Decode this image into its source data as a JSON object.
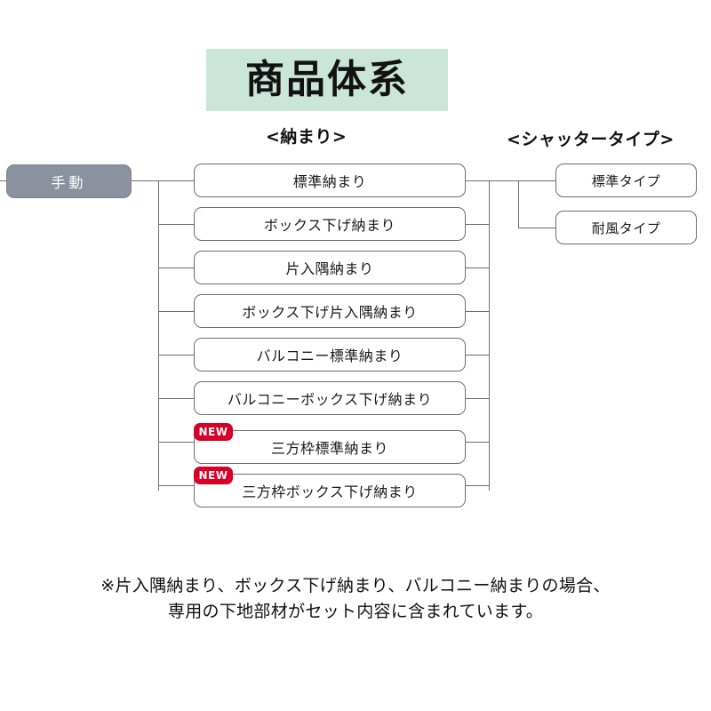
{
  "title": {
    "text": "商品体系",
    "background_color": "#cbe5d8"
  },
  "columns": {
    "osamari_header": "<納まり>",
    "shutter_header": "<シャッタータイプ>"
  },
  "root": {
    "label": "手動",
    "background_color": "#8b929d",
    "text_color": "#ffffff"
  },
  "badge": {
    "label": "NEW",
    "color": "#d80027"
  },
  "osamari_items": [
    {
      "label": "標準納まり",
      "is_new": false
    },
    {
      "label": "ボックス下げ納まり",
      "is_new": false
    },
    {
      "label": "片入隅納まり",
      "is_new": false
    },
    {
      "label": "ボックス下げ片入隅納まり",
      "is_new": false
    },
    {
      "label": "バルコニー標準納まり",
      "is_new": false
    },
    {
      "label": "バルコニーボックス下げ納まり",
      "is_new": false
    },
    {
      "label": "三方枠標準納まり",
      "is_new": true
    },
    {
      "label": "三方枠ボックス下げ納まり",
      "is_new": true
    }
  ],
  "shutter_items": [
    {
      "label": "標準タイプ"
    },
    {
      "label": "耐風タイプ"
    }
  ],
  "footnote": {
    "line1": "※片入隅納まり、ボックス下げ納まり、バルコニー納まりの場合、",
    "line2": "専用の下地部材がセット内容に含まれています。"
  }
}
